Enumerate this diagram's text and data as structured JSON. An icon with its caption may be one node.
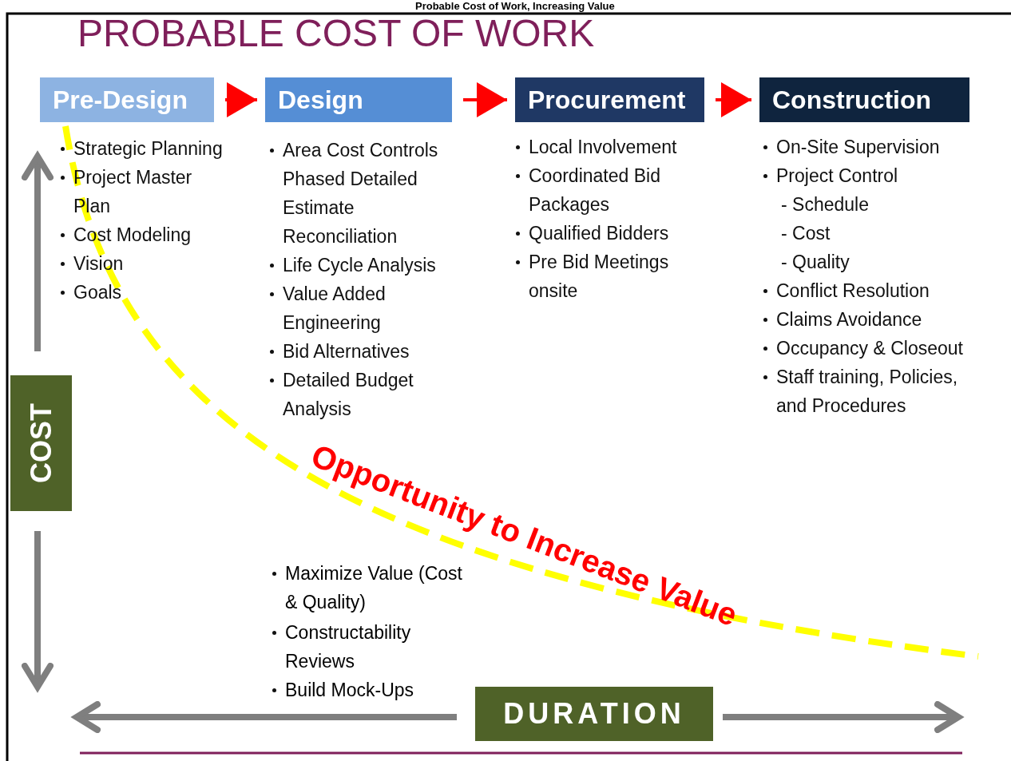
{
  "diagram": {
    "title": "PROBABLE COST OF WORK",
    "nodes": [
      {
        "text": [
          "Pre-Design"
        ],
        "beside": [
          "Strategic Planning",
          "Project Master Plan",
          "Cost Modeling",
          "Vision",
          "Goals"
        ]
      },
      {
        "text": [
          "Design"
        ],
        "beside": [
          "Area Cost Controls Phased Detailed Estimate Reconciliation",
          "Life Cycle Analysis",
          "Value Added Engineering",
          "Bid Alternatives",
          "Detailed Budget Analysis"
        ]
      },
      {
        "text": [
          "Procurement"
        ],
        "beside": [
          "Local Involvement",
          "Coordinated Bid Packages",
          "Qualified Bidders",
          "Pre Bid Meetings onsite"
        ]
      },
      {
        "text": [
          "Construction"
        ],
        "beside": [
          "On-Site Supervision",
          "Project Control",
          "- Schedule",
          "- Cost",
          "- Quality",
          "Conflict Resolution",
          "Claims Avoidance",
          "Occupancy & Closeout",
          "Staff training, Policies, and Procedures"
        ]
      },
      {
        "text": [
          "COST"
        ]
      },
      {
        "text": [
          "DURATION"
        ]
      }
    ],
    "edges": [
      {
        "from": 0,
        "to": 1,
        "arrow": "to"
      },
      {
        "from": 1,
        "to": 2,
        "arrow": "to"
      },
      {
        "from": 2,
        "to": 3,
        "arrow": "to"
      }
    ],
    "labels": [
      "Probable Cost of Work, Increasing Value",
      "Opportunity to Increase Value",
      "Maximize Value (Cost & Quality)",
      "Constructability Reviews",
      "Build Mock-Ups"
    ]
  }
}
